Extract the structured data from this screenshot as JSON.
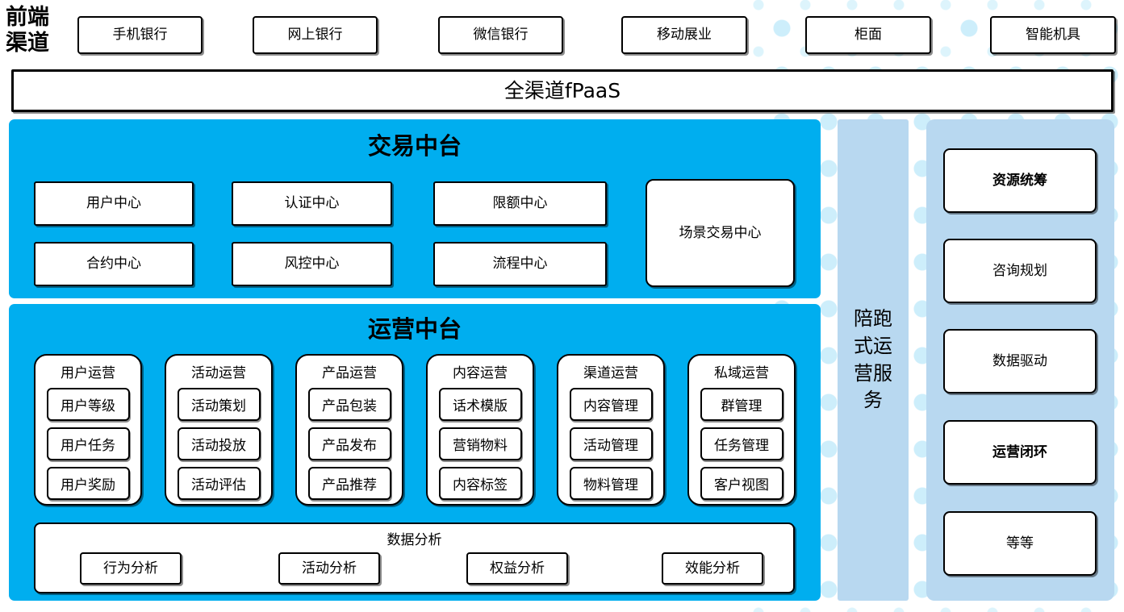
{
  "front_channels": {
    "label": "前端渠道",
    "items": [
      "手机银行",
      "网上银行",
      "微信银行",
      "移动展业",
      "柜面",
      "智能机具"
    ]
  },
  "fpaas": {
    "label": "全渠道fPaaS"
  },
  "transaction_platform": {
    "title": "交易中台",
    "centers": [
      "用户中心",
      "认证中心",
      "限额中心",
      "合约中心",
      "风控中心",
      "流程中心"
    ],
    "scene_center": "场景交易中心"
  },
  "operation_platform": {
    "title": "运营中台",
    "columns": [
      {
        "title": "用户运营",
        "items": [
          "用户等级",
          "用户任务",
          "用户奖励"
        ]
      },
      {
        "title": "活动运营",
        "items": [
          "活动策划",
          "活动投放",
          "活动评估"
        ]
      },
      {
        "title": "产品运营",
        "items": [
          "产品包装",
          "产品发布",
          "产品推荐"
        ]
      },
      {
        "title": "内容运营",
        "items": [
          "话术模版",
          "营销物料",
          "内容标签"
        ]
      },
      {
        "title": "渠道运营",
        "items": [
          "内容管理",
          "活动管理",
          "物料管理"
        ]
      },
      {
        "title": "私域运营",
        "items": [
          "群管理",
          "任务管理",
          "客户视图"
        ]
      }
    ],
    "data_analysis": {
      "title": "数据分析",
      "items": [
        "行为分析",
        "活动分析",
        "权益分析",
        "效能分析"
      ]
    }
  },
  "side_service": {
    "label": "陪跑式运营服务"
  },
  "service_panel": {
    "items": [
      "资源统筹",
      "咨询规划",
      "数据驱动",
      "运营闭环",
      "等等"
    ]
  },
  "colors": {
    "accent_blue": "#00AEEF",
    "light_blue": "#B8D8F0",
    "dot_blue": "#CDEEFB",
    "border": "#000000"
  }
}
